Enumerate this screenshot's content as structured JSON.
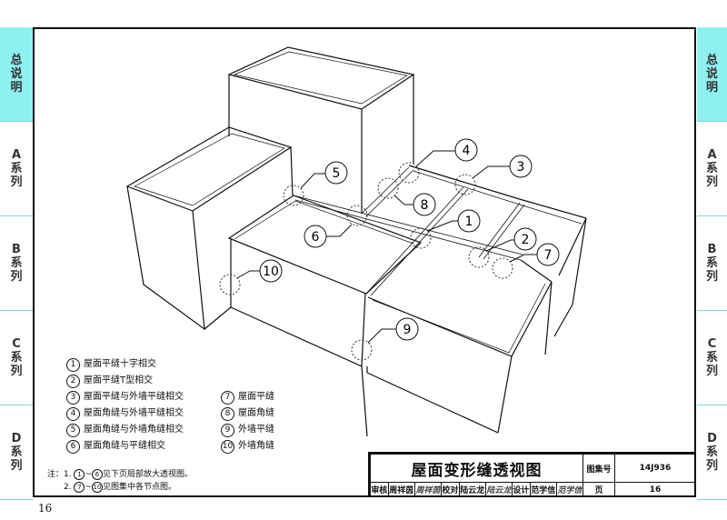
{
  "sidebar_tabs": [
    {
      "label": "总说明",
      "active": true
    },
    {
      "label": "A系列",
      "active": false
    },
    {
      "label": "B系列",
      "active": false
    },
    {
      "label": "C系列",
      "active": false
    },
    {
      "label": "D系列",
      "active": false
    }
  ],
  "callouts": [
    "1",
    "2",
    "3",
    "4",
    "5",
    "6",
    "7",
    "8",
    "9",
    "10"
  ],
  "legend_left": [
    {
      "num": "1",
      "text": "屋面平缝十字相交"
    },
    {
      "num": "2",
      "text": "屋面平缝T型相交"
    },
    {
      "num": "3",
      "text": "屋面平缝与外墙平缝相交"
    },
    {
      "num": "4",
      "text": "屋面角缝与外墙平缝相交"
    },
    {
      "num": "5",
      "text": "屋面角缝与外墙角缝相交"
    },
    {
      "num": "6",
      "text": "屋面角缝与平缝相交"
    }
  ],
  "legend_right": [
    {
      "num": "7",
      "text": "屋面平缝"
    },
    {
      "num": "8",
      "text": "屋面角缝"
    },
    {
      "num": "9",
      "text": "外墙平缝"
    },
    {
      "num": "10",
      "text": "外墙角缝"
    }
  ],
  "notes": {
    "label": "注：",
    "line1_pre": "1. ",
    "line1_a": "1",
    "line1_b": "6",
    "line1_text": "见下页局部放大透视图。",
    "line2_pre": "2. ",
    "line2_a": "7",
    "line2_b": "10",
    "line2_text": "见图集中各节点图。",
    "tilde": "~"
  },
  "title_block": {
    "title": "屋面变形缝透视图",
    "atlas_label": "图集号",
    "atlas_no": "14J936",
    "review_label": "审核",
    "review_name": "周祥茵",
    "review_sig": "周祥茵",
    "check_label": "校对",
    "check_name": "陆云龙",
    "check_sig": "陆云龙",
    "design_label": "设计",
    "design_name": "范学信",
    "design_sig": "范学信",
    "page_label": "页",
    "page_no": "16"
  },
  "page_number": "16"
}
